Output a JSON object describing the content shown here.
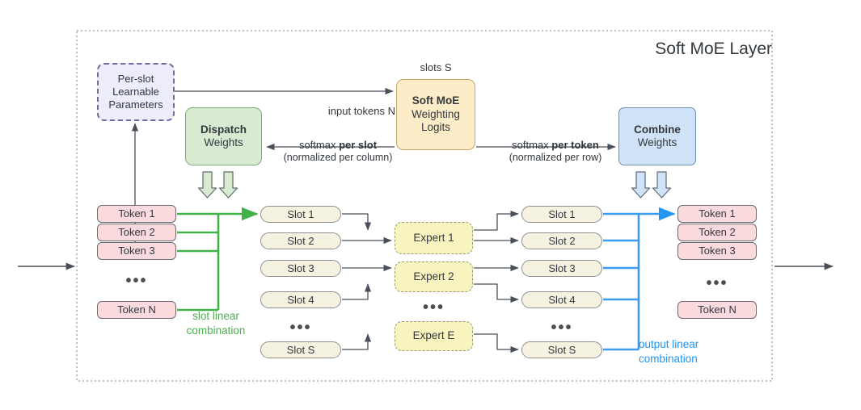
{
  "diagram": {
    "title": "Soft MoE Layer",
    "container": {
      "name": "soft-moe-layer-boundary",
      "style": "dotted"
    }
  },
  "colors": {
    "dispatch_green": "#d9ead3",
    "combine_blue": "#cfe2f7",
    "logits_orange": "#fdecc8",
    "token_pink": "#fadadd",
    "slot_cream": "#f6f2e2",
    "expert_yellow": "#f8f4bf",
    "params_lavender": "#ececfb",
    "green_line": "#4caf50",
    "blue_line": "#2196f3",
    "arrow_gray": "#4a5059"
  },
  "top": {
    "per_slot_params": {
      "line1": "Per-slot",
      "line2": "Learnable",
      "line3": "Parameters"
    },
    "dispatch": {
      "line1": "Dispatch",
      "line2": "Weights"
    },
    "logits": {
      "line1": "Soft MoE",
      "line2": "Weighting",
      "line3": "Logits"
    },
    "combine": {
      "line1": "Combine",
      "line2": "Weights"
    },
    "labels": {
      "slots_s": "slots S",
      "input_tokens_n": "input tokens N",
      "softmax_per_slot_main": "softmax ",
      "softmax_per_slot_bold": "per slot",
      "softmax_per_slot_sub": "(normalized per column)",
      "softmax_per_token_main": "softmax ",
      "softmax_per_token_bold": "per token",
      "softmax_per_token_sub": "(normalized per row)"
    }
  },
  "input_tokens": {
    "name": "input-token-stack",
    "items": [
      "Token 1",
      "Token 2",
      "Token 3",
      "Token N"
    ],
    "ellipsis": "•••"
  },
  "left_slots": {
    "name": "input-slot-column",
    "items": [
      "Slot 1",
      "Slot 2",
      "Slot 3",
      "Slot 4",
      "Slot S"
    ],
    "ellipsis": "•••"
  },
  "experts": {
    "name": "expert-column",
    "items": [
      "Expert 1",
      "Expert 2",
      "Expert E"
    ],
    "ellipsis": "•••"
  },
  "right_slots": {
    "name": "output-slot-column",
    "items": [
      "Slot 1",
      "Slot 2",
      "Slot 3",
      "Slot 4",
      "Slot S"
    ],
    "ellipsis": "•••"
  },
  "output_tokens": {
    "name": "output-token-stack",
    "items": [
      "Token 1",
      "Token 2",
      "Token 3",
      "Token N"
    ],
    "ellipsis": "•••"
  },
  "annotations": {
    "slot_linear_line1": "slot linear",
    "slot_linear_line2": "combination",
    "output_linear_line1": "output linear",
    "output_linear_line2": "combination"
  }
}
